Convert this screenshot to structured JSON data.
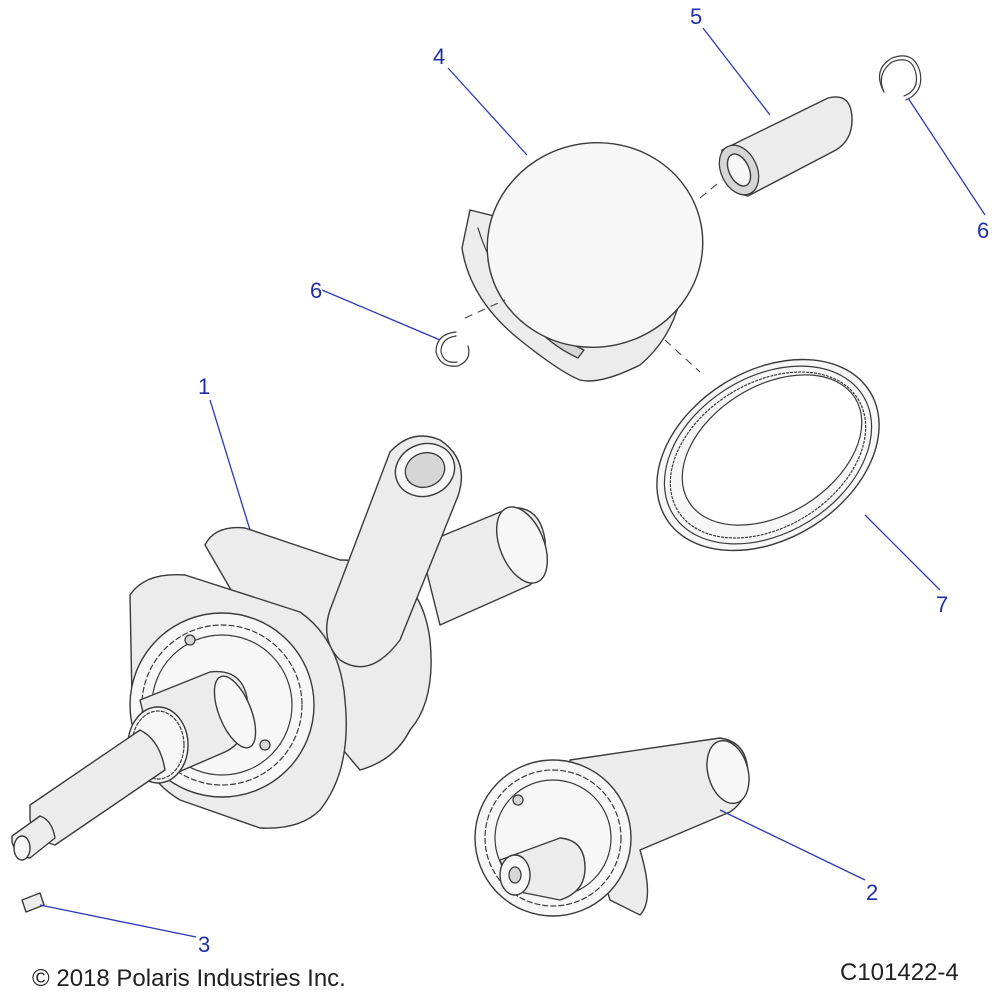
{
  "callouts": {
    "c1": "1",
    "c2": "2",
    "c3": "3",
    "c4": "4",
    "c5": "5",
    "c6a": "6",
    "c6b": "6",
    "c7": "7"
  },
  "footer": {
    "copyright": "© 2018 Polaris Industries Inc.",
    "figure_id": "C101422-4"
  },
  "colors": {
    "callout": "#1f2fa8",
    "line": "#3a3a3a",
    "fill": "#ececec"
  }
}
